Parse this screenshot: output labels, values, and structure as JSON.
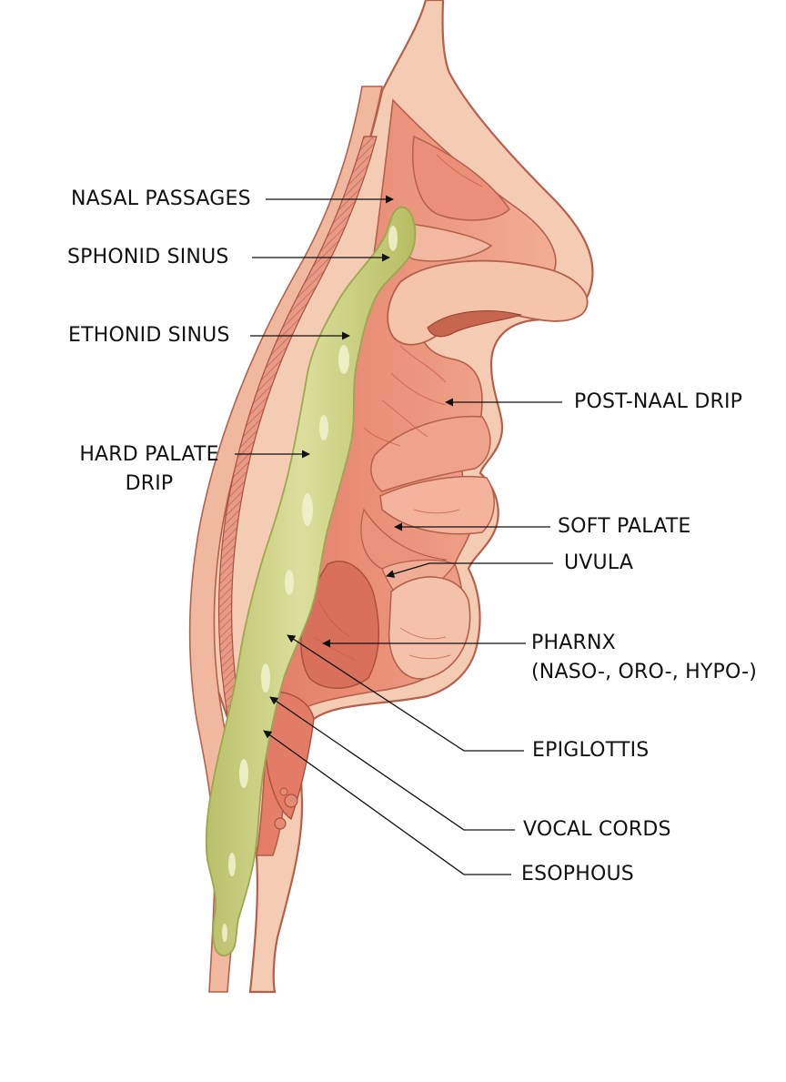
{
  "colors": {
    "background": "#ffffff",
    "skin": "#f3c7ae",
    "skin_outline": "#b5604c",
    "tissue": "#ef9c86",
    "tissue_dark": "#d9705c",
    "muscle": "#e07f6a",
    "mucus": "#cfd58c",
    "mucus_highlight": "#eef0c4",
    "mucus_outline": "#9ea64f",
    "label_text": "#111111",
    "leader_line": "#111111"
  },
  "labels": {
    "nasal_passages": "NASAL PASSAGES",
    "sphonid_sinus": "SPHONID SINUS",
    "ethonid_sinus": "ETHONID SINUS",
    "hard_palate_drip": [
      "HARD PALATE",
      "DRIP"
    ],
    "post_naal_drip": "POST-NAAL DRIP",
    "soft_palate": "SOFT PALATE",
    "uvula": "UVULA",
    "pharnx": [
      "PHARNX",
      "(NASO-, ORO-, HYPO-)"
    ],
    "epiglottis": "EPIGLOTTIS",
    "vocal_cords": "VOCAL CORDS",
    "esophous": "ESOPHOUS"
  }
}
